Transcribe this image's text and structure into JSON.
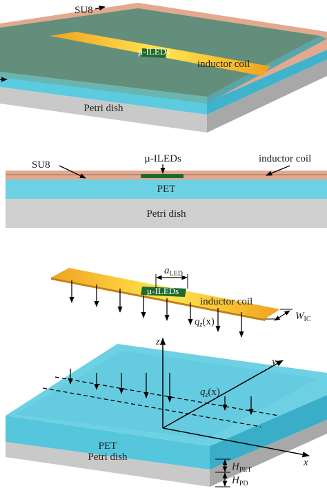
{
  "panel_a": {
    "su8": "SU8",
    "mu_ileds": "µ-ILEDs",
    "inductor_coil": "inductor coil",
    "petri_dish": "Petri dish"
  },
  "panel_b": {
    "su8": "SU8",
    "mu_ileds": "µ-ILEDs",
    "inductor_coil": "inductor coil",
    "pet": "PET",
    "petri_dish": "Petri dish"
  },
  "panel_c": {
    "a_led": "a",
    "a_led_sub": "LED",
    "mu_ileds": "µ-ILEDs",
    "inductor_coil": "inductor coil",
    "qz_top": "q",
    "qz_top_sub": "z",
    "qz_top_arg": "(x)",
    "w_ic": "W",
    "w_ic_sub": "IC",
    "axis_z": "z",
    "axis_y": "y",
    "axis_x": "x",
    "qz_bottom": "q",
    "qz_bottom_sub": "z",
    "qz_bottom_arg": "(x)",
    "pet": "PET",
    "petri_dish": "Petri dish",
    "h_pet": "H",
    "h_pet_sub": "PET",
    "h_pd": "H",
    "h_pd_sub": "PD"
  },
  "colors": {
    "su8": "#e2a98f",
    "pet": "#6dd1e3",
    "petri_dish": "#cfcfcf",
    "coil": "#f5ad28",
    "led": "#1f6b2e"
  }
}
